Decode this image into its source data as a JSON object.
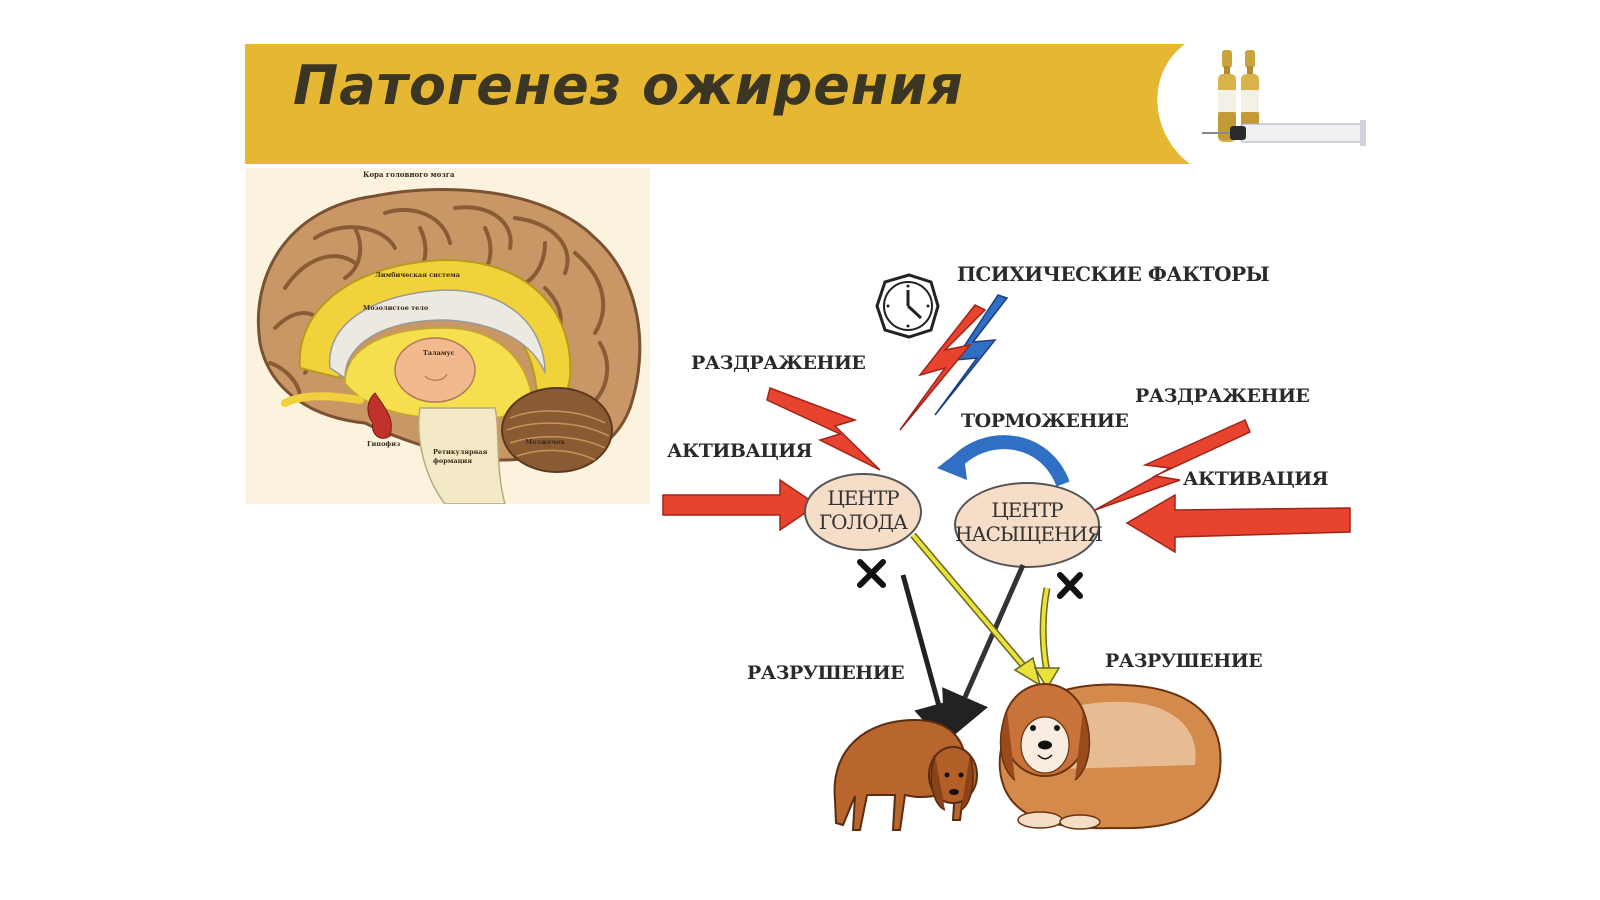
{
  "slide": {
    "title": "Патогенез ожирения"
  },
  "brain": {
    "cortex": "Кора головного мозга",
    "limbic": "Лимбическая система",
    "corpus_callosum": "Мозолистое тело",
    "thalamus": "Таламус",
    "hypophysis": "Гипофиз",
    "reticular": "Ретикулярная формация",
    "cerebellum": "Мозжечок"
  },
  "diagram": {
    "psychic_factors": "ПСИХИЧЕСКИЕ ФАКТОРЫ",
    "irritation_left": "РАЗДРАЖЕНИЕ",
    "irritation_right": "РАЗДРАЖЕНИЕ",
    "inhibition": "ТОРМОЖЕНИЕ",
    "activation_left": "АКТИВАЦИЯ",
    "activation_right": "АКТИВАЦИЯ",
    "hunger_center_line1": "ЦЕНТР",
    "hunger_center_line2": "ГОЛОДА",
    "satiety_center_line1": "ЦЕНТР",
    "satiety_center_line2": "НАСЫЩЕНИЯ",
    "destruction_left": "РАЗРУШЕНИЕ",
    "destruction_right": "РАЗРУШЕНИЕ"
  },
  "colors": {
    "banner": "#e6b733",
    "red_arrow": "#e8432e",
    "blue_arrow": "#2f6fc4",
    "yellow_arrow": "#e9e23c",
    "ellipse_fill": "#f6ddc8"
  },
  "icons": [
    "clock-icon",
    "ampoule-syringe-icon",
    "thin-dog-icon",
    "fat-dog-icon"
  ]
}
